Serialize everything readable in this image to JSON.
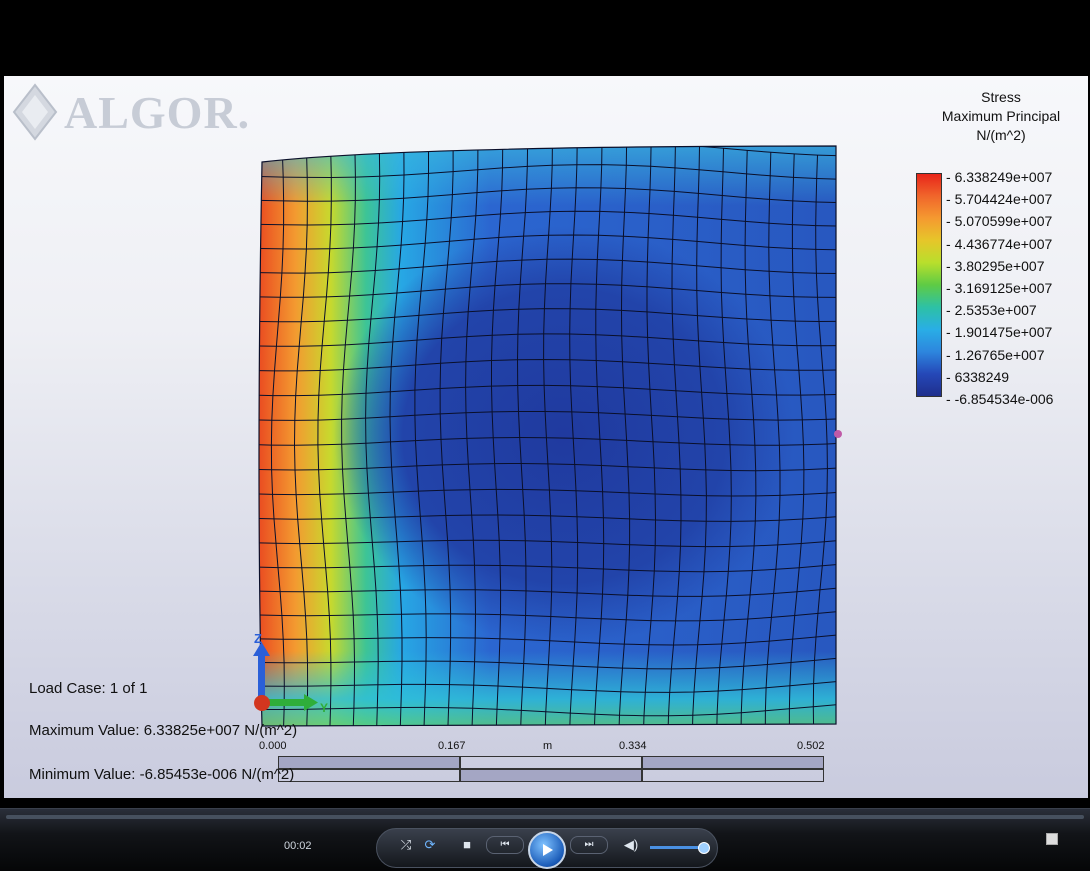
{
  "logo": {
    "text": "ALGOR."
  },
  "legend": {
    "title_lines": [
      "Stress",
      "Maximum Principal",
      "N/(m^2)"
    ],
    "labels": [
      "6.338249e+007",
      "5.704424e+007",
      "5.070599e+007",
      "4.436774e+007",
      "3.80295e+007",
      "3.169125e+007",
      "2.5353e+007",
      "1.901475e+007",
      "1.26765e+007",
      "6338249",
      "-6.854534e-006"
    ],
    "colors": [
      "#e8251a",
      "#f0662b",
      "#f59a30",
      "#e6c62a",
      "#b8df2c",
      "#5ecb45",
      "#2dc1a5",
      "#29aee6",
      "#2d86de",
      "#2548b8",
      "#1f2f8c"
    ]
  },
  "info": {
    "load_case": "Load Case:  1 of 1",
    "max_value": "Maximum Value: 6.33825e+007 N/(m^2)",
    "min_value": "Minimum Value: -6.85453e-006 N/(m^2)"
  },
  "axis_triad": {
    "z": "Z",
    "y": "Y"
  },
  "scale": {
    "ticks": [
      "0.000",
      "0.167",
      "m",
      "0.334",
      "0.502"
    ]
  },
  "player": {
    "time": "00:02"
  }
}
